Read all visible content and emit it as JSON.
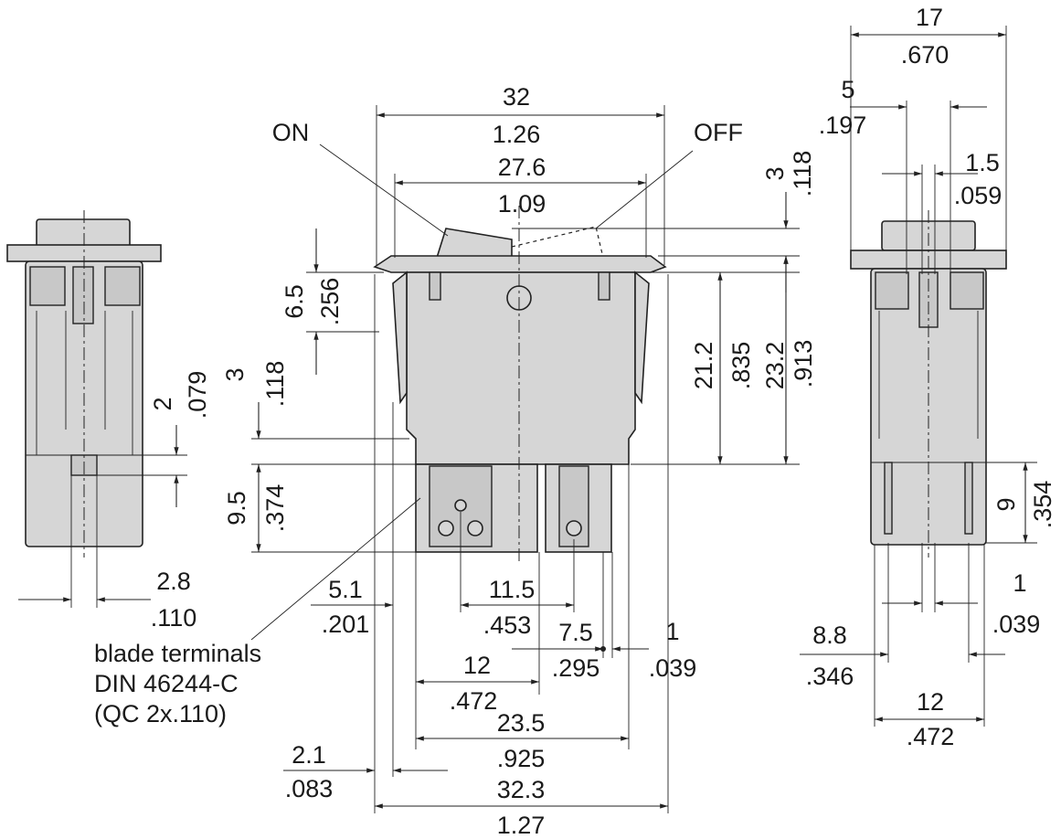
{
  "labels": {
    "on": "ON",
    "off": "OFF",
    "width_32": "32",
    "width_32_in": "1.26",
    "width_27_6": "27.6",
    "width_27_6_in": "1.09",
    "rocker_3": "3",
    "rocker_3_in": ".118",
    "h_6_5": "6.5",
    "h_6_5_in": ".256",
    "h_3": "3",
    "h_3_in": ".118",
    "h_9_5": "9.5",
    "h_9_5_in": ".374",
    "side_2": "2",
    "side_2_in": ".079",
    "h_21_2": "21.2",
    "h_21_2_in": ".835",
    "h_23_2": "23.2",
    "h_23_2_in": ".913",
    "side_2_8": "2.8",
    "side_2_8_in": ".110",
    "w_5_1": "5.1",
    "w_5_1_in": ".201",
    "w_11_5": "11.5",
    "w_11_5_in": ".453",
    "w_7_5": "7.5",
    "w_7_5_in": ".295",
    "w_1": "1",
    "w_1_in": ".039",
    "w_12": "12",
    "w_12_in": ".472",
    "w_23_5": "23.5",
    "w_23_5_in": ".925",
    "w_2_1": "2.1",
    "w_2_1_in": ".083",
    "w_32_3": "32.3",
    "w_32_3_in": "1.27",
    "r_17": "17",
    "r_17_in": ".670",
    "r_5": "5",
    "r_5_in": ".197",
    "r_1_5": "1.5",
    "r_1_5_in": ".059",
    "r_9": "9",
    "r_9_in": ".354",
    "r_1": "1",
    "r_1_in": ".039",
    "r_8_8": "8.8",
    "r_8_8_in": ".346",
    "r_12": "12",
    "r_12_in": ".472"
  },
  "note": {
    "line1": "blade terminals",
    "line2": "DIN 46244-C",
    "line3": "(QC 2x.110)"
  }
}
